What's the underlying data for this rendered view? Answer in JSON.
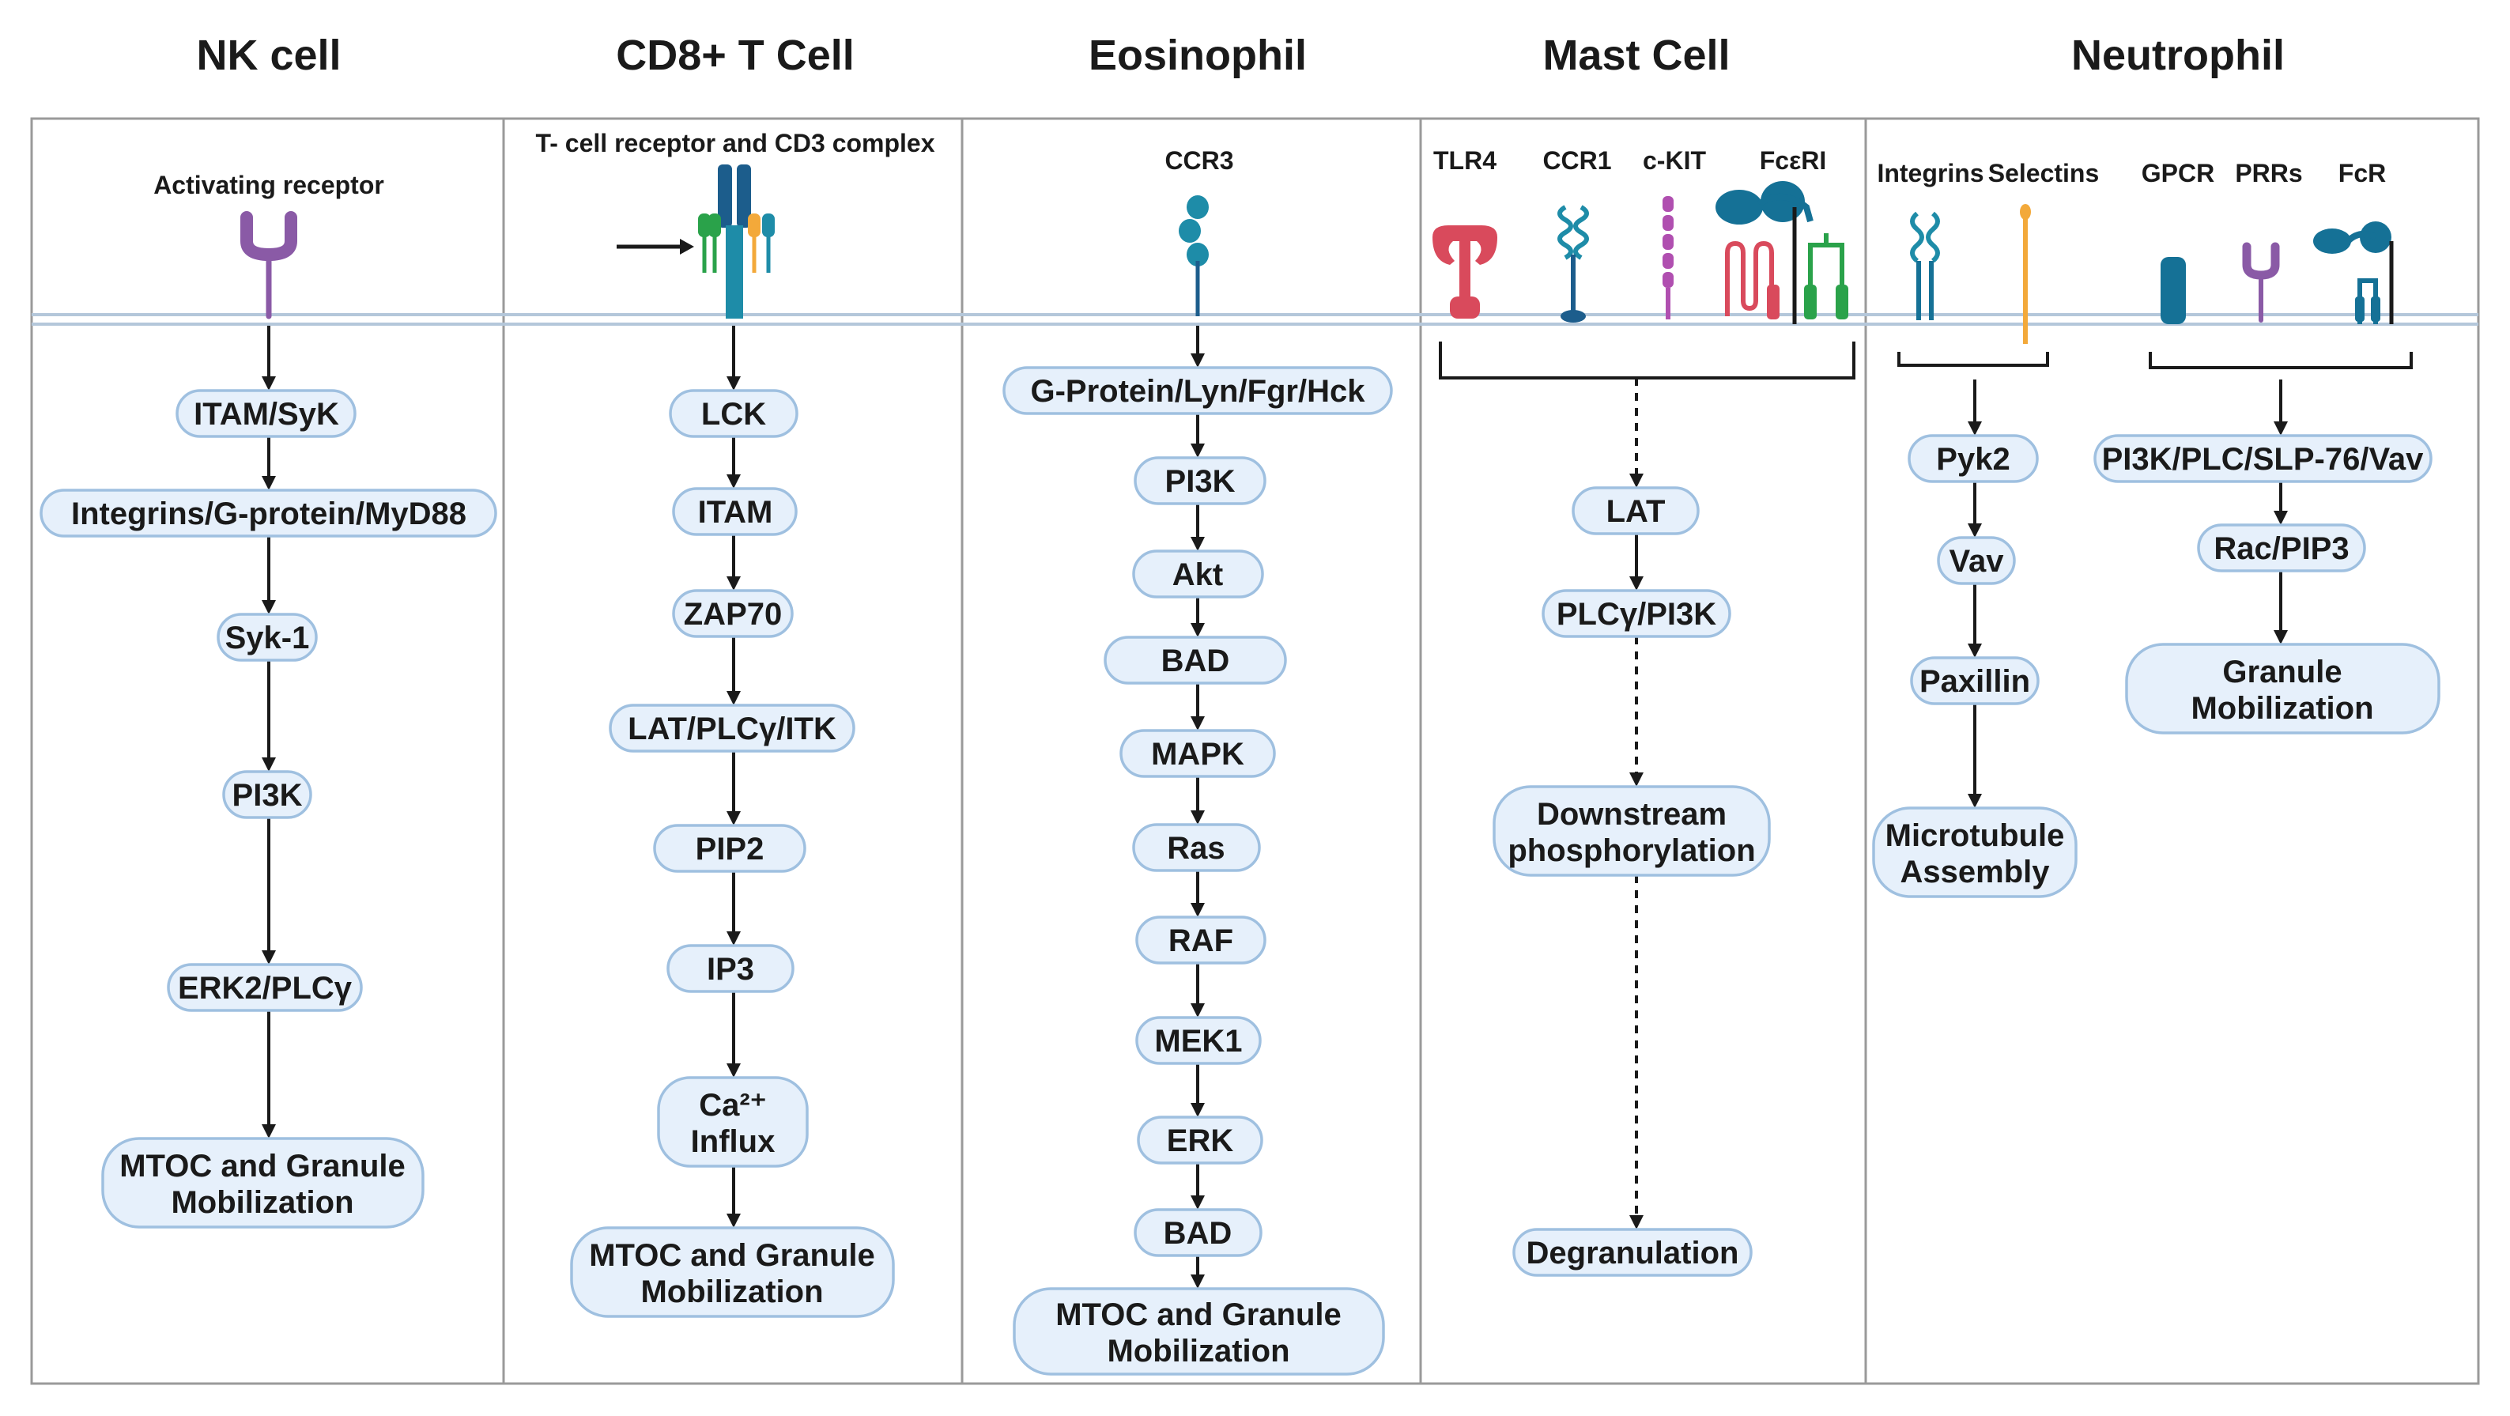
{
  "colors": {
    "node_fill": "#e6f0fb",
    "node_stroke": "#9fc0e0",
    "membrane": "#b4c7da",
    "purple_receptor": "#8a5aa6",
    "teal_receptor": "#1e8ca8",
    "dark_blue": "#1c5d8c",
    "red_receptor": "#d94a5c",
    "green_receptor": "#2aa24a",
    "orange_receptor": "#f3a93a",
    "magenta_receptor": "#b04fb0",
    "dark_teal": "#157196"
  },
  "columns": [
    {
      "title": "NK cell",
      "receptors": [
        "Activating receptor"
      ],
      "receptor_icons": [
        "y-shaped-receptor-icon"
      ],
      "nodes": [
        "ITAM/SyK",
        "Integrins/G-protein/MyD88",
        "Syk-1",
        "PI3K",
        "ERK2/PLCγ",
        "MTOC and Granule Mobilization"
      ]
    },
    {
      "title": "CD8+ T Cell",
      "receptors": [
        "T- cell receptor and CD3 complex"
      ],
      "receptor_icons": [
        "tcr-cd3-complex-icon"
      ],
      "nodes": [
        "LCK",
        "ITAM",
        "ZAP70",
        "LAT/PLCγ/ITK",
        "PIP2",
        "IP3",
        "Ca²⁺ Influx",
        "MTOC and Granule Mobilization"
      ]
    },
    {
      "title": "Eosinophil",
      "receptors": [
        "CCR3"
      ],
      "receptor_icons": [
        "chemokine-receptor-icon"
      ],
      "nodes": [
        "G-Protein/Lyn/Fgr/Hck",
        "PI3K",
        "Akt",
        "BAD",
        "MAPK",
        "Ras",
        "RAF",
        "MEK1",
        "ERK",
        "BAD",
        "MTOC and Granule Mobilization"
      ]
    },
    {
      "title": "Mast Cell",
      "receptors": [
        "TLR4",
        "CCR1",
        "c-KIT",
        "FcεRI"
      ],
      "receptor_icons": [
        "tlr4-icon",
        "ccr1-icon",
        "ckit-icon",
        "fceri-icon"
      ],
      "nodes": [
        "LAT",
        "PLCγ/PI3K",
        "Downstream phosphorylation",
        "Degranulation"
      ]
    },
    {
      "title": "Neutrophil",
      "receptors": [
        "Integrins",
        "Selectins",
        "GPCR",
        "PRRs",
        "FcR"
      ],
      "receptor_icons": [
        "integrin-icon",
        "selectin-icon",
        "gpcr-icon",
        "prr-icon",
        "fcr-icon"
      ],
      "nodes_left": [
        "Pyk2",
        "Vav",
        "Paxillin",
        "Microtubule Assembly"
      ],
      "nodes_right": [
        "PI3K/PLC/SLP-76/Vav",
        "Rac/PIP3",
        "Granule Mobilization"
      ]
    }
  ]
}
